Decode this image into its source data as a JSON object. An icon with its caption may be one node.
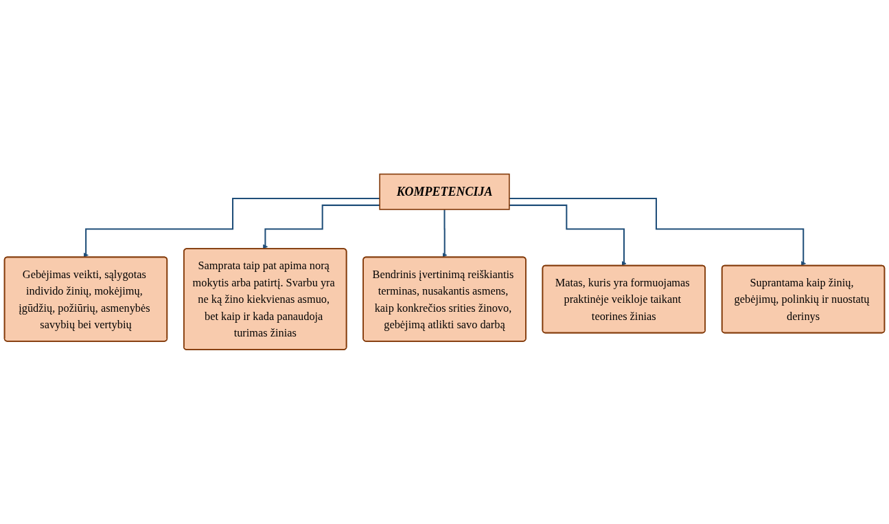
{
  "diagram": {
    "nodes": [
      {
        "text": [
          "Gebėjimas veikti, sąlygotas individo žinių, mokėjimų, įgūdžių, požiūrių, asmenybės savybių bei vertybių"
        ]
      },
      {
        "text": [
          "Samprata taip pat apima norą mokytis arba patirtį. Svarbu yra ne ką žino kiekvienas asmuo, bet kaip ir kada panaudoja turimas žinias"
        ]
      },
      {
        "text": [
          "KOMPETENCIJA"
        ]
      },
      {
        "text": [
          "Bendrinis įvertinimą reiškiantis terminas, nusakantis asmens, kaip konkrečios srities žinovo, gebėjimą atlikti savo darbą"
        ]
      },
      {
        "text": [
          "Matas, kuris yra formuojamas praktinėje veikloje taikant teorines žinias"
        ]
      },
      {
        "text": [
          "Suprantama kaip žinių, gebėjimų, polinkių ir nuostatų derinys"
        ]
      }
    ],
    "edges": [
      {
        "from": 2,
        "to": 0,
        "arrow": "to"
      },
      {
        "from": 2,
        "to": 1,
        "arrow": "to"
      },
      {
        "from": 2,
        "to": 3,
        "arrow": "to"
      },
      {
        "from": 2,
        "to": 4,
        "arrow": "to"
      },
      {
        "from": 2,
        "to": 5,
        "arrow": "to"
      }
    ]
  }
}
